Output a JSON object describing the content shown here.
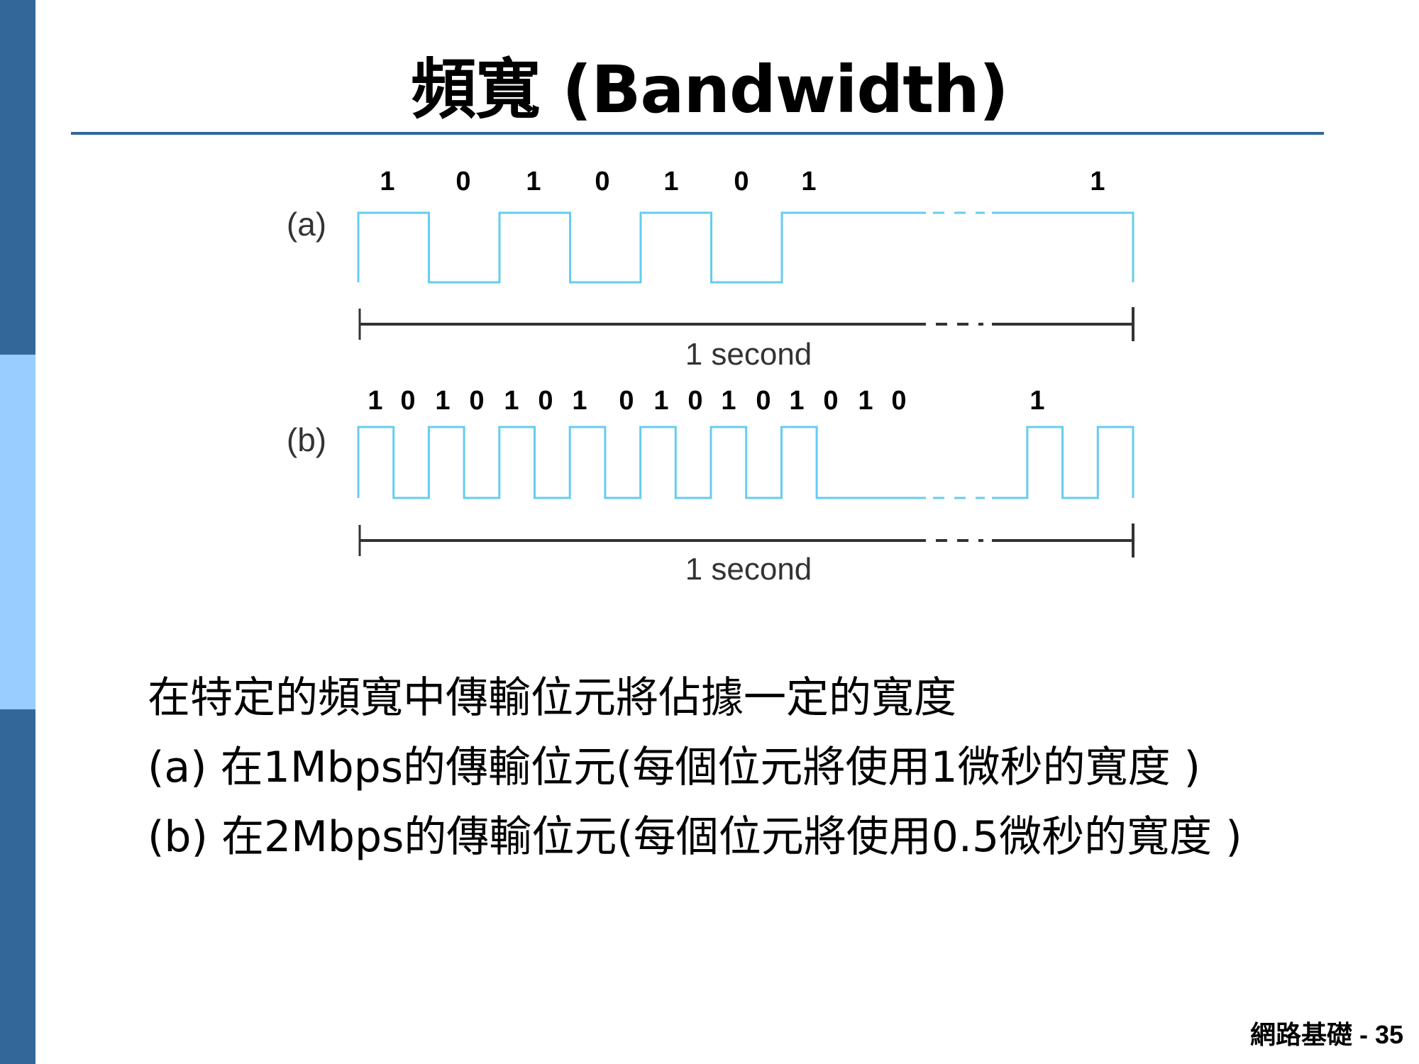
{
  "slide": {
    "title": "頻寬 (Bandwidth)",
    "colors": {
      "sidebar_dark": "#336699",
      "sidebar_light": "#99ccff",
      "title_rule": "#336699",
      "signal": "#66ccee",
      "timeline": "#333333"
    },
    "diagram": {
      "panel_a": {
        "label": "(a)",
        "bits_shown": [
          "1",
          "0",
          "1",
          "0",
          "1",
          "0",
          "1",
          "1"
        ],
        "bits_head": [
          1,
          0,
          1,
          0,
          1,
          0,
          1
        ],
        "bits_tail": [
          1
        ],
        "rate_mbps": 1,
        "timeline_label": "1 second"
      },
      "panel_b": {
        "label": "(b)",
        "bits_shown": [
          "1",
          "0",
          "1",
          "0",
          "1",
          "0",
          "1",
          "0",
          "1",
          "0",
          "1",
          "0",
          "1",
          "0",
          "1",
          "0",
          "1"
        ],
        "bits_head": [
          1,
          0,
          1,
          0,
          1,
          0,
          1,
          0,
          1,
          0,
          1,
          0,
          1,
          0
        ],
        "bits_tail": [
          1,
          0,
          1
        ],
        "rate_mbps": 2,
        "timeline_label": "1 second"
      }
    },
    "body": {
      "line1": "在特定的頻寬中傳輸位元將佔據一定的寬度",
      "line2": "(a) 在1Mbps的傳輸位元(每個位元將使用1微秒的寬度 )",
      "line3": "(b) 在2Mbps的傳輸位元(每個位元將使用0.5微秒的寬度 )"
    },
    "footer": "網路基礎 - 35"
  }
}
